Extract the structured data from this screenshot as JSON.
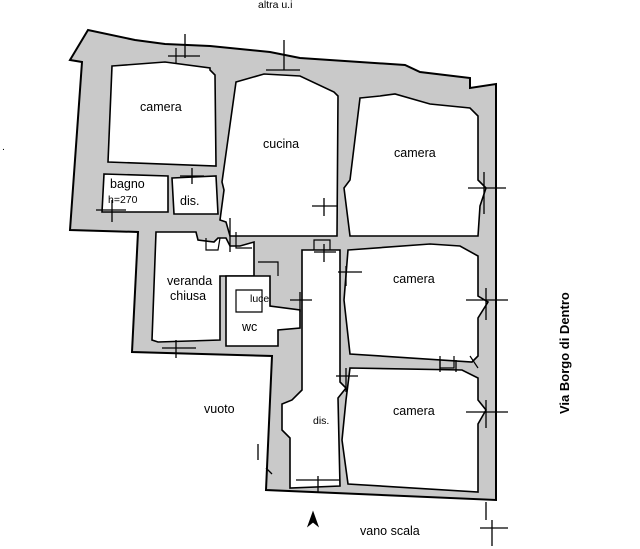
{
  "top_fragment": "altra u.i",
  "left_fragment": ".",
  "rooms": {
    "camera_nw": "camera",
    "cucina": "cucina",
    "camera_ne": "camera",
    "bagno": "bagno",
    "bagno_height": "h=270",
    "dis_upper": "dis.",
    "veranda_line1": "veranda",
    "veranda_line2": "chiusa",
    "luce": "luce",
    "wc": "wc",
    "camera_e_mid": "camera",
    "camera_e_low": "camera",
    "dis_corridor": "dis.",
    "vuoto": "vuoto",
    "vano_scala": "vano scala"
  },
  "street_name": "Via Borgo di Dentro"
}
